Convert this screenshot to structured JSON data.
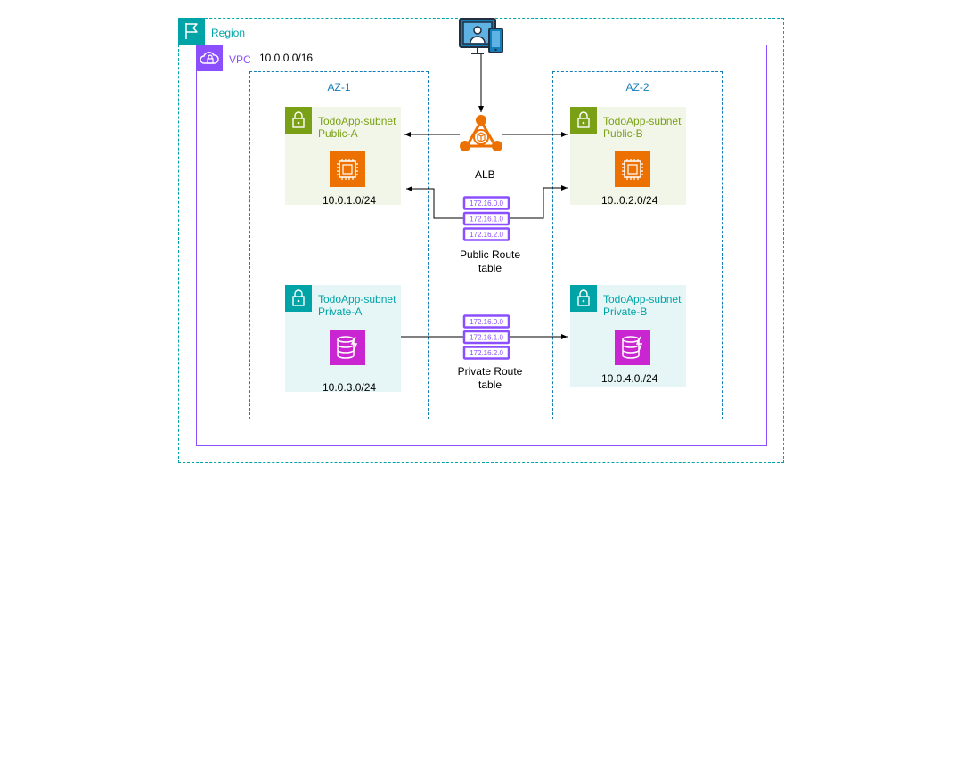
{
  "region": {
    "label": "Region",
    "icon": "flag-icon",
    "color": "#00A4A6"
  },
  "vpc": {
    "label": "VPC",
    "cidr": "10.0.0.0/16",
    "icon": "vpc-cloud-lock-icon",
    "color": "#8C4FFF"
  },
  "users": {
    "icon": "client-devices-icon",
    "color": "#147EBA"
  },
  "alb": {
    "label": "ALB",
    "icon": "elastic-load-balancer-icon",
    "color": "#ED7100"
  },
  "availability_zones": [
    {
      "label": "AZ-1",
      "public_subnet": {
        "title_line1": "TodoApp-subnet",
        "title_line2": "Public-A",
        "cidr": "10.0.1.0/24",
        "resource_icon": "ec2-instance-icon"
      },
      "private_subnet": {
        "title_line1": "TodoApp-subnet",
        "title_line2": "Private-A",
        "cidr": "10.0.3.0/24",
        "resource_icon": "dynamodb-icon"
      }
    },
    {
      "label": "AZ-2",
      "public_subnet": {
        "title_line1": "TodoApp-subnet",
        "title_line2": "Public-B",
        "cidr": "10..0.2.0/24",
        "resource_icon": "ec2-instance-icon"
      },
      "private_subnet": {
        "title_line1": "TodoApp-subnet",
        "title_line2": "Private-B",
        "cidr": "10.0.4.0./24",
        "resource_icon": "dynamodb-icon"
      }
    }
  ],
  "route_tables": [
    {
      "label_line1": "Public Route",
      "label_line2": "table",
      "entries": [
        "172.16.0.0",
        "172.16.1.0",
        "172.16.2.0"
      ]
    },
    {
      "label_line1": "Private Route",
      "label_line2": "table",
      "entries": [
        "172.16.0.0",
        "172.16.1.0",
        "172.16.2.0"
      ]
    }
  ],
  "colors": {
    "public_subnet": "#7AA116",
    "private_subnet": "#00A4A6",
    "az_border": "#147EBA",
    "route_table": "#8C4FFF",
    "dynamodb": "#C925D1"
  }
}
